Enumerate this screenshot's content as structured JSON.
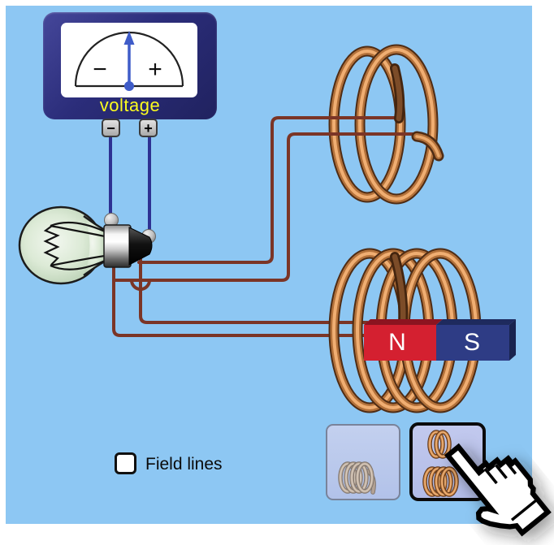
{
  "scene": {
    "background_color": "#8dc7f3",
    "frame_color": "#ffffff"
  },
  "voltmeter": {
    "label": "voltage",
    "scale_negative": "−",
    "scale_positive": "+",
    "needle_position": "center-zero",
    "terminals": {
      "negative": "−",
      "positive": "+"
    },
    "body_color": "#2b2d7a",
    "needle_color": "#3f5cc8",
    "label_color": "#fdfd1e"
  },
  "light_bulb": {
    "state": "off"
  },
  "coils": {
    "top_coil_loops": 2,
    "bottom_coil_loops": 4,
    "lead_wire_color": "#7b3526",
    "copper_color": "#b3713a"
  },
  "bar_magnet": {
    "north_label": "N",
    "south_label": "S",
    "north_color": "#d42030",
    "south_color": "#2e3c85",
    "position": "inside-four-loop-coil"
  },
  "controls": {
    "field_lines": {
      "label": "Field lines",
      "checked": false
    },
    "coil_selector": {
      "options": [
        {
          "id": "one-coil",
          "description": "single four-loop coil",
          "selected": false
        },
        {
          "id": "two-coils",
          "description": "two-loop and four-loop coils",
          "selected": true
        }
      ]
    }
  },
  "cursor": {
    "icon": "hand-pointer",
    "target": "two-coils-button"
  }
}
